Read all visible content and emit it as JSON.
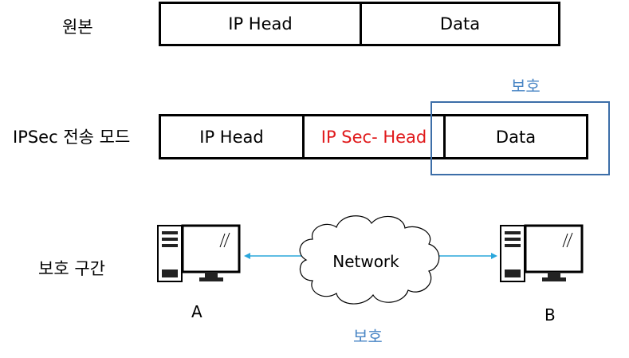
{
  "rows": {
    "original": {
      "label": "원본",
      "cells": [
        "IP Head",
        "Data"
      ]
    },
    "transport_mode": {
      "label": "IPSec 전송 모드",
      "cells": [
        "IP Head",
        "IP Sec- Head",
        "Data"
      ],
      "protected_label": "보호"
    }
  },
  "network_section": {
    "label": "보호 구간",
    "cloud_label": "Network",
    "host_a": "A",
    "host_b": "B",
    "protected_label": "보호"
  },
  "colors": {
    "ipsec_head_text": "#e0191b",
    "protect_label": "#4a86c5",
    "protect_box": "#3c6ea8",
    "arrow": "#2aa7dc"
  }
}
